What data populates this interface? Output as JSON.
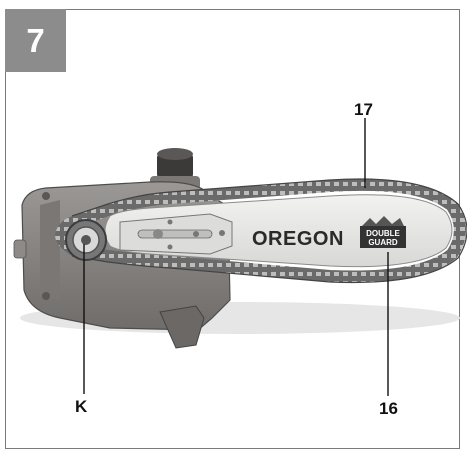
{
  "figure": {
    "number": "7"
  },
  "illustration": {
    "bar_brand": "OREGON",
    "guard_line1": "DOUBLE",
    "guard_line2": "GUARD",
    "colors": {
      "badge": "#8c8c8c",
      "housing": "#8a8785",
      "bar": "#e9e9e7",
      "chain": "#5e5e5e",
      "brand_text": "#2a2a2a"
    }
  },
  "callouts": {
    "chain": "17",
    "sprocket": "K",
    "bar": "16"
  }
}
